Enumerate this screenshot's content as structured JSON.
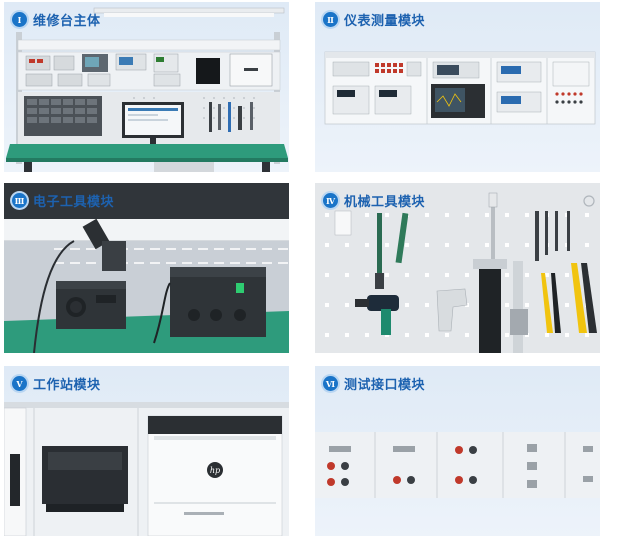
{
  "modules": [
    {
      "numeral": "Ⅰ",
      "title": "维修台主体"
    },
    {
      "numeral": "Ⅱ",
      "title": "仪表测量模块"
    },
    {
      "numeral": "Ⅲ",
      "title": "电子工具模块"
    },
    {
      "numeral": "Ⅳ",
      "title": "机械工具模块"
    },
    {
      "numeral": "Ⅴ",
      "title": "工作站模块"
    },
    {
      "numeral": "Ⅵ",
      "title": "测试接口模块"
    }
  ],
  "colors": {
    "badge": "#1a74c8",
    "title": "#1d62b0",
    "panel_bg": "#e4eef8",
    "bench_green": "#2e9b7c"
  },
  "icons": {
    "printer_logo": "hp-logo"
  },
  "printer_logo_text": "hp"
}
